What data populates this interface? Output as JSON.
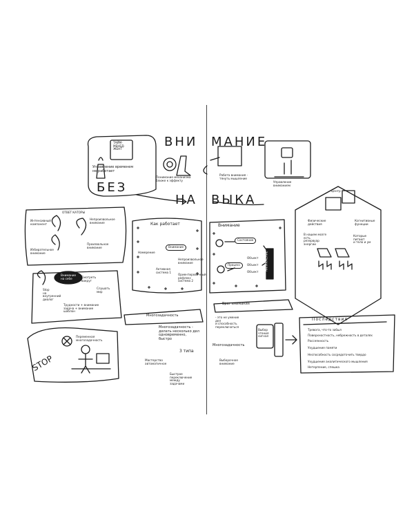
{
  "sketchnote": {
    "left_page": {
      "title_word_1": "ВНИ",
      "title_word_2": "БЕЗ",
      "title_word_3": "НА",
      "time_manager_sign": "ТАЙМ-\nМЕНЕД-\nЖЕНТ",
      "time_management_caption": "Управление временем\nне работает",
      "mechanism_caption": "Понимание механизма\nближе к эффекту",
      "how_it_works_title": "Как работает",
      "attention_bubble": "Внимание",
      "intention_label": "Намерение",
      "active_system_label": "Активная\nсистема 1",
      "involuntary_label": "Непроизвольное\nвнимание",
      "reflex_label": "Ориентировочный\nрефлекс\nсистема 2",
      "types_title": "ОТВЕТ КАТОРЫ",
      "types_items": [
        "Интенсивный\nкомпонент",
        "Непроизвольное\nвнимание",
        "Избирательное\nвнимание",
        "Произвольное\nвнимание"
      ],
      "focus_bubble": "Внимание\nна себе",
      "focus_items": [
        "Stop\nна\nвнутренний\nдиалог",
        "Смотреть\nвокруг",
        "Слушать\nмир",
        "Трудности + внимание\nзадача + внимание\nшаблон"
      ],
      "multitask_banner": "Многозадачность",
      "multitask_text": "Многозадачность -\nделать несколько дел\nодновременно,\nбыстро",
      "types_count": "3 типа",
      "type_1": "Мастерство\nавтоматичное",
      "type_2": "Быстрое\nпереключение\nмежду\nзадачами",
      "stop_sign": "STOP",
      "stop_caption": "Переменная\nмногозадачность"
    },
    "right_page": {
      "title_word_1": "МАНИЕ",
      "title_word_2": "ВЫКА",
      "first_steps_caption": "Работа внимания -\nтянуть мышление",
      "control_caption": "Управление\nвниманием",
      "attention_title": "Внимание",
      "state_bubble": "Состояние",
      "process_bubble": "Процесс",
      "obj_1": "Объект",
      "obj_2": "Объект",
      "obj_3": "Объект",
      "vertical_label": "НАПРЯЖЕНИЕ",
      "center_title": "Центр",
      "memory_left": "Физические\nдействия",
      "memory_right": "Когнитивные\nфункции",
      "brain_text": "В нашем мозге\nесть\nрезервуар\nэнергии",
      "energy_text": "Которые\nпитают\nи тело и ум",
      "enemy_banner": "Враг внимания",
      "enemy_text": "- это не умение\nдел\nи способность\nпереключаться",
      "multitask_word": "Многозадачность",
      "selective_label": "Выборочное\nвнимание",
      "brain_load": "Выбор\nчтения\nсигнал",
      "consequences_title": "Последствия",
      "consequences": [
        "Тревога, что-то забыл",
        "Поверхностность, небрежность в деталях",
        "Рассеянность",
        "Ухудшение памяти",
        "Неспособность сосредоточить твердо",
        "Ухудшение аналитического мышления",
        "Нетерпение, спешка"
      ]
    }
  }
}
